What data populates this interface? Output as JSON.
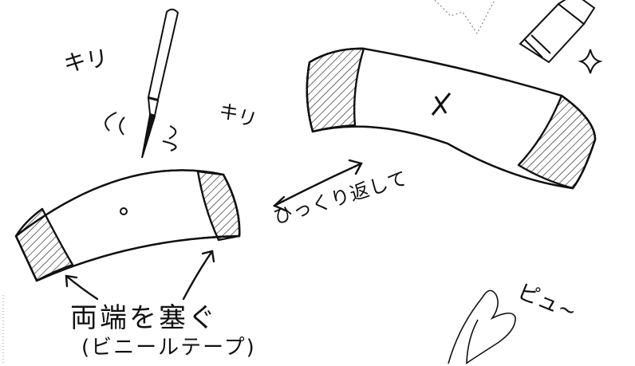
{
  "illustration": {
    "label_kiri_left": "キリ",
    "label_kiri_right": "キリ",
    "label_flip": "ひっくり返して",
    "label_seal_ends": "両端を塞ぐ",
    "label_tape": "(ビニールテープ)",
    "label_sfx": "ピュ~"
  },
  "colors": {
    "ink": "#111111",
    "paper": "#ffffff",
    "hatch": "#222222"
  },
  "icons": [
    "awl-icon",
    "cutter-knife-icon",
    "sparkle-icon",
    "heart-drop-icon"
  ]
}
